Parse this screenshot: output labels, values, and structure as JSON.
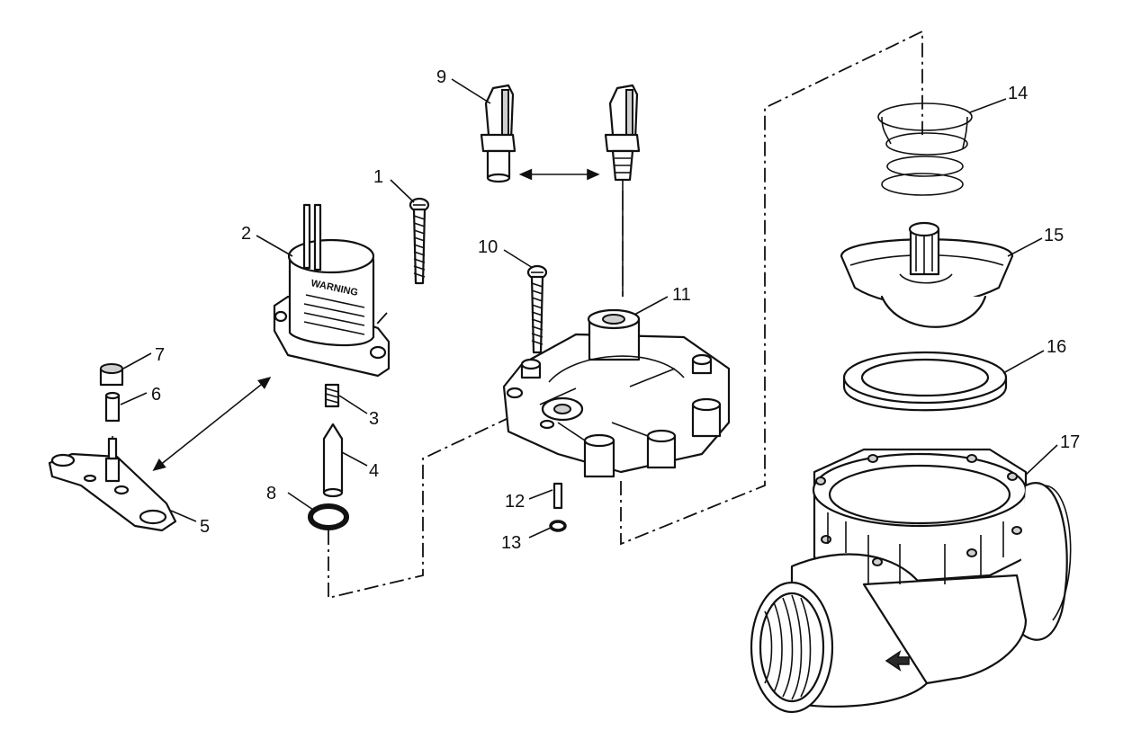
{
  "diagram": {
    "callouts": {
      "c1": "1",
      "c2": "2",
      "c3": "3",
      "c4": "4",
      "c5": "5",
      "c6": "6",
      "c7": "7",
      "c8": "8",
      "c9": "9",
      "c10": "10",
      "c11": "11",
      "c12": "12",
      "c13": "13",
      "c14": "14",
      "c15": "15",
      "c16": "16",
      "c17": "17"
    },
    "solenoid_label": "WARNING"
  },
  "colors": {
    "line": "#111111",
    "fill": "#ffffff",
    "shade": "#cfcfcf"
  }
}
